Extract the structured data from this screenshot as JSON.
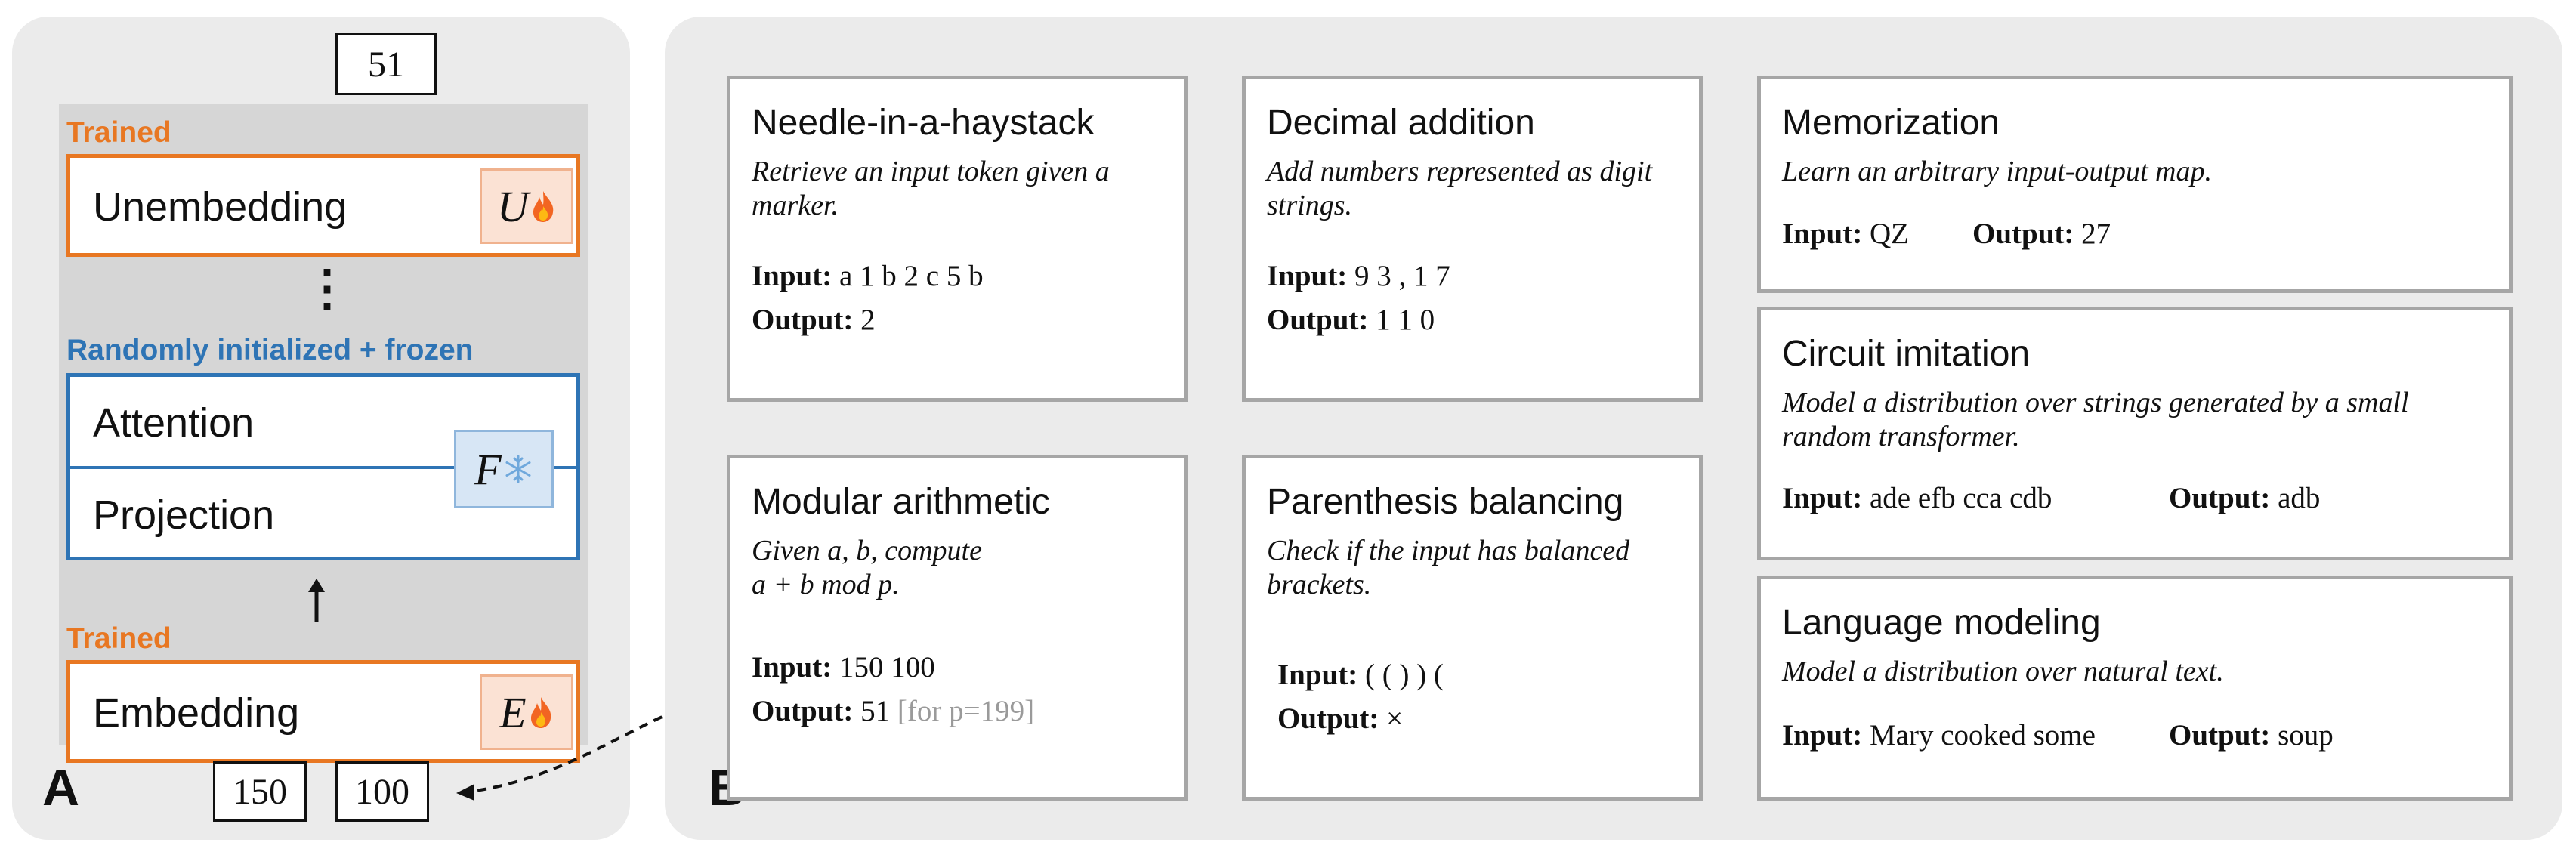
{
  "panel_a": {
    "letter": "A",
    "output_token": "51",
    "input_tokens": [
      "150",
      "100"
    ],
    "top_group_label": "Trained",
    "unembedding": {
      "label": "Unembedding",
      "symbol": "U",
      "icon": "fire-icon"
    },
    "ellipsis": "⋮",
    "middle_group_label": "Randomly initialized + frozen",
    "attention": {
      "label": "Attention"
    },
    "projection": {
      "label": "Projection"
    },
    "frozen_badge": {
      "symbol": "F",
      "icon": "snowflake-icon"
    },
    "bottom_group_label": "Trained",
    "embedding": {
      "label": "Embedding",
      "symbol": "E",
      "icon": "fire-icon"
    },
    "colors": {
      "trained": "#e87722",
      "frozen": "#2e74b5",
      "stack_bg": "#d6d6d6",
      "panel_bg": "#ebebeb"
    }
  },
  "panel_b": {
    "letter": "B",
    "cards": {
      "needle": {
        "title": "Needle-in-a-haystack",
        "desc": "Retrieve an input token given a marker.",
        "input_label": "Input:",
        "input": "a 1 b 2 c 5 b",
        "output_label": "Output:",
        "output": "2"
      },
      "decimal": {
        "title": "Decimal addition",
        "desc": "Add numbers represented as digit strings.",
        "input_label": "Input:",
        "input": "9 3 , 1 7",
        "output_label": "Output:",
        "output": "1 1 0"
      },
      "modular": {
        "title": "Modular arithmetic",
        "desc_line1": "Given a, b, compute",
        "desc_line2": "a + b mod p.",
        "input_label": "Input:",
        "input": "150 100",
        "output_label": "Output:",
        "output": "51",
        "output_note": "[for p=199]"
      },
      "parenthesis": {
        "title": "Parenthesis balancing",
        "desc": "Check if the input has balanced brackets.",
        "input_label": "Input:",
        "input": "( ( ) ) (",
        "output_label": "Output:",
        "output": "×"
      },
      "memorization": {
        "title": "Memorization",
        "desc": "Learn an arbitrary input-output map.",
        "input_label": "Input:",
        "input": "QZ",
        "output_label": "Output:",
        "output": "27"
      },
      "circuit": {
        "title": "Circuit imitation",
        "desc": "Model a distribution over strings generated by a small random transformer.",
        "input_label": "Input:",
        "input": "ade efb cca cdb",
        "output_label": "Output:",
        "output": "adb"
      },
      "language": {
        "title": "Language modeling",
        "desc": "Model a distribution over natural text.",
        "input_label": "Input:",
        "input": "Mary cooked some",
        "output_label": "Output:",
        "output": "soup"
      }
    }
  }
}
